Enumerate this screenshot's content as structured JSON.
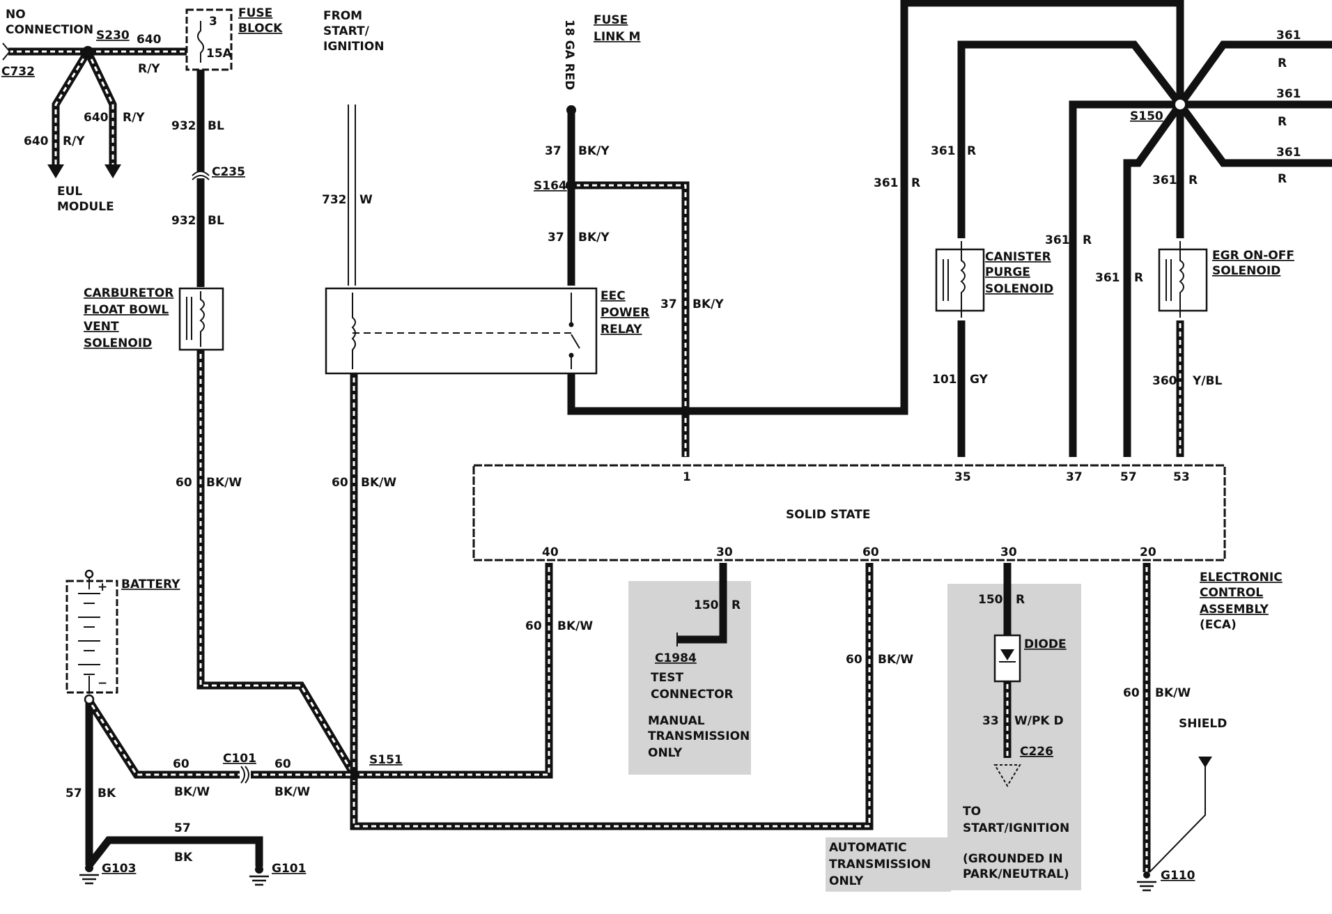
{
  "labels": {
    "no_connection": [
      "NO",
      "CONNECTION"
    ],
    "c732": "C732",
    "s230": "S230",
    "w640_r": "640",
    "ry_a": "R/Y",
    "w640_l": "640",
    "ry_b": "R/Y",
    "w640_m": "640",
    "ry_c": "R/Y",
    "eul_module": [
      "EUL",
      "MODULE"
    ],
    "fuse_num": "3",
    "fuse_amp": "15A",
    "fuse_block": [
      "FUSE",
      "BLOCK"
    ],
    "w932_a": "932",
    "bl_a": "BL",
    "c235": "C235",
    "w932_b": "932",
    "bl_b": "BL",
    "from_start": [
      "FROM",
      "START/",
      "IGNITION"
    ],
    "w732": "732",
    "w_color": "W",
    "ga_red": "18 GA RED",
    "fuse_link": [
      "FUSE",
      "LINK M"
    ],
    "w37_a": "37",
    "bky_a": "BK/Y",
    "s164": "S164",
    "w37_b": "37",
    "bky_b": "BK/Y",
    "w37_c": "37",
    "bky_c": "BK/Y",
    "eec_relay": [
      "EEC",
      "POWER",
      "RELAY"
    ],
    "carb_solenoid": [
      "CARBURETOR",
      "FLOAT BOWL",
      "VENT",
      "SOLENOID"
    ],
    "canister_solenoid": [
      "CANISTER",
      "PURGE",
      "SOLENOID"
    ],
    "egr_solenoid": [
      "EGR ON-OFF",
      "SOLENOID"
    ],
    "r361_1": "361",
    "r_1": "R",
    "r361_2": "361",
    "r_2": "R",
    "r361_3": "361",
    "r_3": "R",
    "s150": "S150",
    "r361_4": "361",
    "r_4": "R",
    "r361_5": "361",
    "r_5": "R",
    "r361_6": "361",
    "r_6": "R",
    "r361_7": "361",
    "r_7": "R",
    "r361_8": "361",
    "r_8": "R",
    "w101": "101",
    "gy": "GY",
    "w360": "360",
    "ybl": "Y/BL",
    "w60_a": "60",
    "bkw_a": "BK/W",
    "w60_b": "60",
    "bkw_b": "BK/W",
    "w60_c": "60",
    "bkw_c": "BK/W",
    "w60_d": "60",
    "bkw_d": "BK/W",
    "w60_e": "60",
    "bkw_e": "BK/W",
    "w60_f": "60",
    "bkw_f": "BK/W",
    "w60_g": "60",
    "bkw_g": "BK/W",
    "c101": "C101",
    "s151": "S151",
    "battery": "BATTERY",
    "w57_a": "57",
    "bk_a": "BK",
    "w57_b": "57",
    "bk_b": "BK",
    "g103": "G103",
    "g101": "G101",
    "solid_state": "SOLID STATE",
    "pins_top": [
      "1",
      "35",
      "37",
      "57",
      "53"
    ],
    "pins_bottom": [
      "40",
      "30",
      "60",
      "30",
      "20"
    ],
    "eca": [
      "ELECTRONIC",
      "CONTROL",
      "ASSEMBLY",
      "(ECA)"
    ],
    "w150_a": "150",
    "r_150a": "R",
    "c1984": "C1984",
    "test_connector": [
      "TEST",
      "CONNECTOR"
    ],
    "manual_trans": [
      "MANUAL",
      "TRANSMISSION",
      "ONLY"
    ],
    "w150_b": "150",
    "r_150b": "R",
    "diode": "DIODE",
    "w33": "33",
    "wpkd": "W/PK D",
    "c226": "C226",
    "to_start": [
      "TO",
      "START/IGNITION"
    ],
    "grounded": [
      "(GROUNDED IN",
      "PARK/NEUTRAL)"
    ],
    "auto_trans": [
      "AUTOMATIC",
      "TRANSMISSION",
      "ONLY"
    ],
    "shield": "SHIELD",
    "g110": "G110",
    "plus": "+",
    "minus": "−"
  }
}
